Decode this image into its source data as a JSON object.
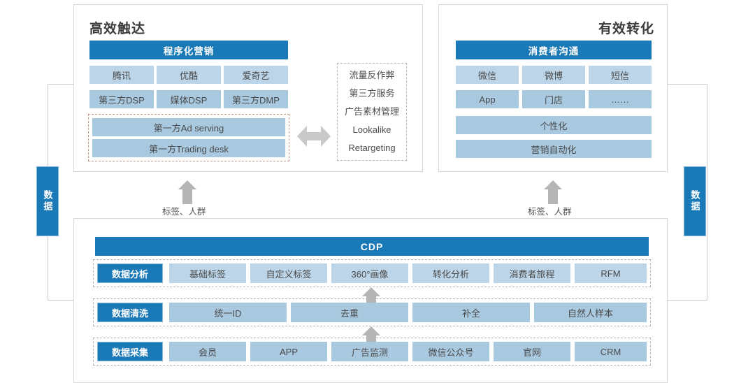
{
  "colors": {
    "brand_blue": "#1a7ab8",
    "chip_blue": "#a8c9e0",
    "chip_blue_pale": "#bcd5e8",
    "panel_border": "#d6d6d6",
    "dashed_tan": "#c49a86",
    "dashed_grey": "#b3b3b3",
    "arrow_grey": "#b5b5b5"
  },
  "side_left": {
    "label": "数据"
  },
  "side_right": {
    "label": "数据"
  },
  "left_panel": {
    "title": "高效触达",
    "header": "程序化营销",
    "row1": [
      "腾讯",
      "优酷",
      "爱奇艺"
    ],
    "row2": [
      "第三方DSP",
      "媒体DSP",
      "第三方DMP"
    ],
    "first_party": [
      "第一方Ad serving",
      "第一方Trading desk"
    ],
    "services": [
      "流量反作弊",
      "第三方服务",
      "广告素材管理",
      "Lookalike",
      "Retargeting"
    ]
  },
  "right_panel": {
    "title": "有效转化",
    "header": "消费者沟通",
    "row1": [
      "微信",
      "微博",
      "短信"
    ],
    "row2": [
      "App",
      "门店",
      "……"
    ],
    "wide": [
      "个性化",
      "营销自动化"
    ]
  },
  "connectors": {
    "left_arrow_label": "标签、人群",
    "right_arrow_label": "标签、人群",
    "middle_icon": "double-headed-arrow-icon"
  },
  "cdp_panel": {
    "header": "CDP",
    "rows": [
      {
        "label": "数据分析",
        "items": [
          "基础标签",
          "自定义标签",
          "360°画像",
          "转化分析",
          "消费者旅程",
          "RFM"
        ]
      },
      {
        "label": "数据清洗",
        "items": [
          "统一ID",
          "去重",
          "补全",
          "自然人样本"
        ]
      },
      {
        "label": "数据采集",
        "items": [
          "会员",
          "APP",
          "广告监测",
          "微信公众号",
          "官网",
          "CRM"
        ]
      }
    ]
  }
}
